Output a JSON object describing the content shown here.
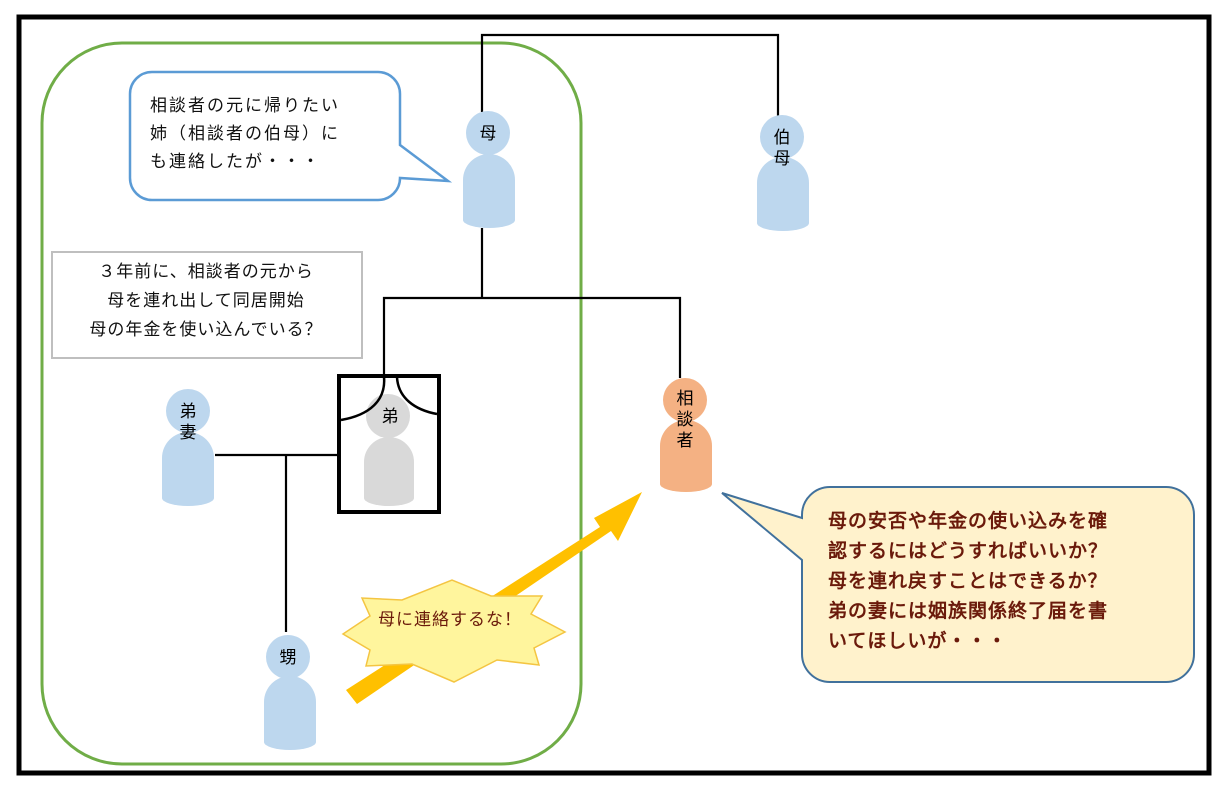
{
  "diagram": {
    "type": "family-relationship-diagram",
    "colors": {
      "frame": "#000000",
      "group_outline": "#70ad47",
      "person_fill": "#bdd7ee",
      "deceased_fill": "#d9d9d9",
      "client_fill": "#f4b183",
      "bubble_left_stroke": "#5b9bd5",
      "bubble_right_fill": "#fff2cc",
      "bubble_right_stroke": "#41719c",
      "note_stroke": "#bfbfbf",
      "arrow_fill": "#ffc000",
      "burst_fill": "#fff59d",
      "burst_stroke": "#f4c542",
      "emphasis_text": "#6b1a0b"
    },
    "persons": {
      "mother": {
        "label": "母"
      },
      "aunt": {
        "label": "伯母"
      },
      "brother": {
        "label": "弟",
        "status": "deceased"
      },
      "brother_wife": {
        "label": "弟妻"
      },
      "nephew": {
        "label": "甥"
      },
      "client": {
        "label": "相談者"
      }
    },
    "bubble_left": {
      "lines": [
        "相談者の元に帰りたい",
        "姉（相談者の伯母）に",
        "も連絡したが・・・"
      ]
    },
    "note": {
      "lines": [
        "３年前に、相談者の元から",
        "母を連れ出して同居開始",
        "母の年金を使い込んでいる？"
      ]
    },
    "burst": {
      "text": "母に連絡するな！"
    },
    "bubble_right": {
      "lines": [
        "母の安否や年金の使い込みを確",
        "認するにはどうすればいいか？",
        "母を連れ戻すことはできるか？",
        "弟の妻には姻族関係終了届を書",
        "いてほしいが・・・"
      ]
    }
  }
}
